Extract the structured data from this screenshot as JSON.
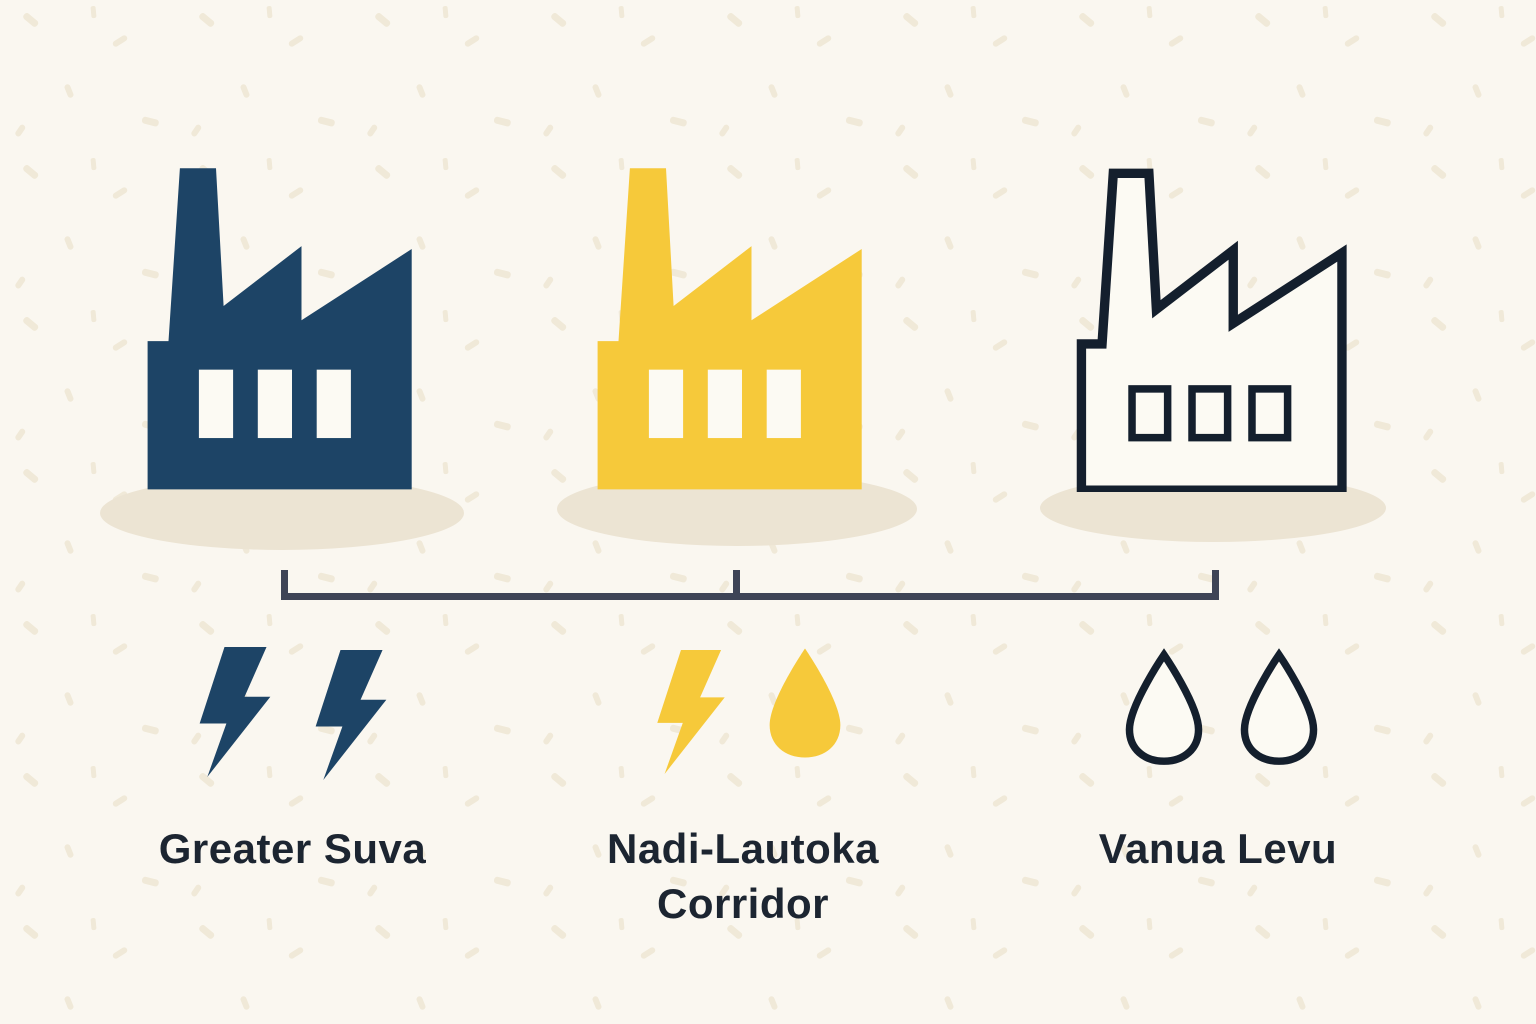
{
  "palette": {
    "background": "#faf7f0",
    "pattern_speck": "#f0e9d8",
    "navy": "#1d4466",
    "yellow": "#f6c93a",
    "outline_dark": "#141f2d",
    "text": "#1c2531",
    "bracket": "#3e4456",
    "ground_shadow": "#ece4d3"
  },
  "regions": [
    {
      "label": "Greater Suva",
      "factory_style": "solid",
      "color": "#1d4466",
      "indicators": [
        "lightning",
        "lightning"
      ]
    },
    {
      "label": "Nadi-Lautoka Corridor",
      "factory_style": "solid",
      "color": "#f6c93a",
      "indicators": [
        "lightning",
        "drop"
      ]
    },
    {
      "label": "Vanua Levu",
      "factory_style": "outline",
      "color": "#141f2d",
      "indicators": [
        "drop",
        "drop"
      ]
    }
  ]
}
